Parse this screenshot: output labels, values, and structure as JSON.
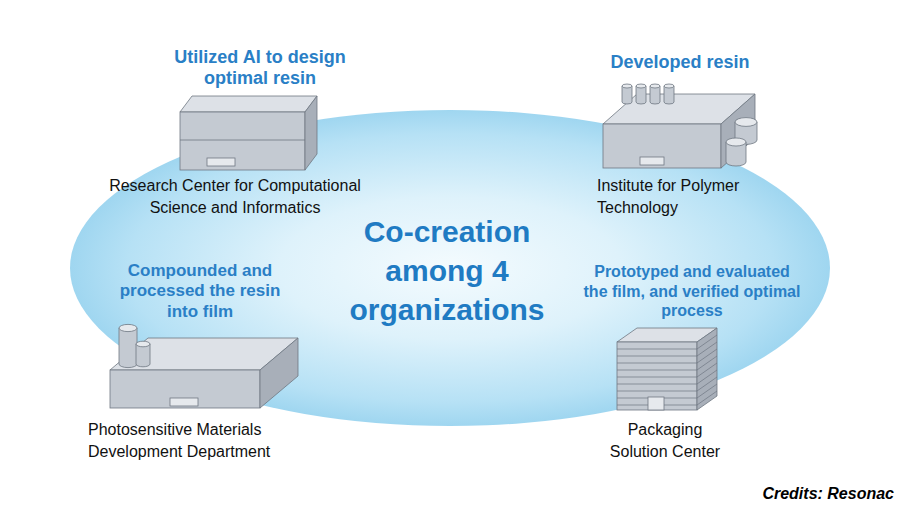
{
  "diagram": {
    "nodes": [
      {
        "text": [
          "Utilized AI to design optimal resin",
          "Research Center for Computational Science and Informatics"
        ]
      },
      {
        "text": [
          "Developed resin",
          "Institute for Polymer Technology"
        ]
      },
      {
        "text": [
          "Compounded and processed the resin into film",
          "Photosensitive Materials Development Department"
        ]
      },
      {
        "text": [
          "Prototyped and evaluated the film, and verified optimal process",
          "Packaging Solution Center"
        ]
      }
    ],
    "labels": [
      "Co-creation among 4 organizations",
      "Credits: Resonac"
    ]
  }
}
